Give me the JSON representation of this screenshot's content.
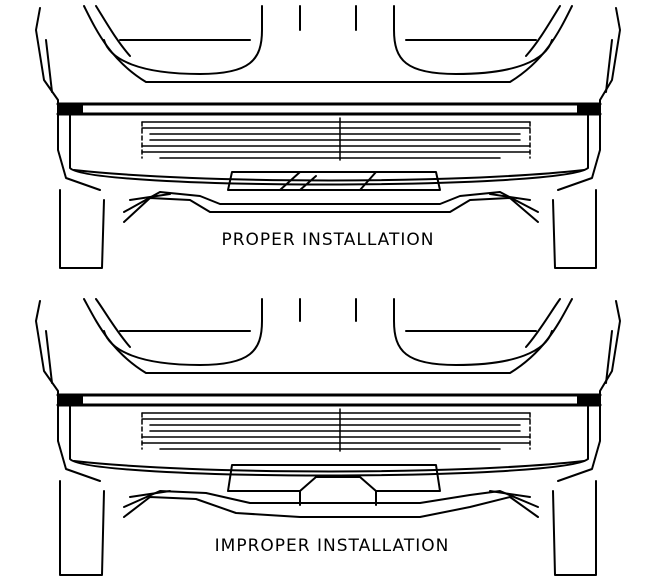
{
  "figure": {
    "panels": [
      {
        "caption": "PROPER INSTALLATION",
        "variant": "proper"
      },
      {
        "caption": "IMPROPER INSTALLATION",
        "variant": "improper"
      }
    ],
    "colors": {
      "ink": "#000000",
      "paper": "#ffffff"
    }
  }
}
